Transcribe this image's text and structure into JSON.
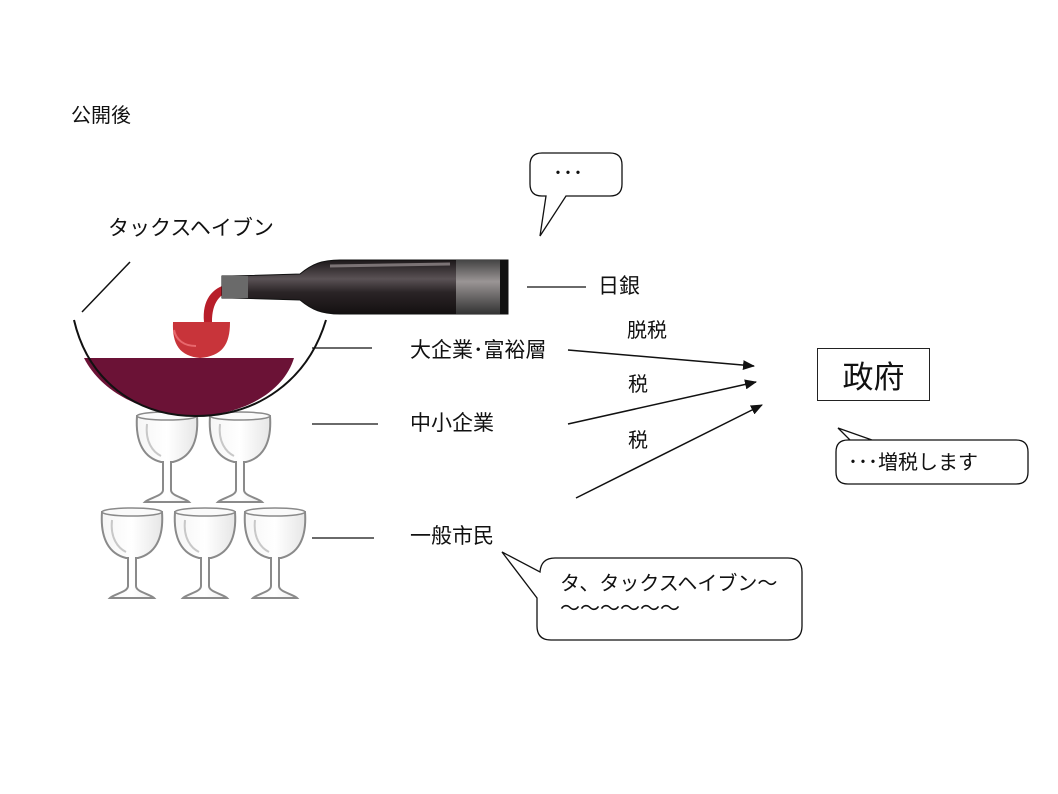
{
  "title": "公開後",
  "labels": {
    "tax_haven": "タックスヘイブン",
    "boj": "日銀",
    "big_corp": "大企業･富裕層",
    "sme": "中小企業",
    "citizens": "一般市民",
    "government": "政府"
  },
  "arrows": {
    "tax_exempt": "脱税",
    "tax_sme": "税",
    "tax_citizens": "税"
  },
  "bubbles": {
    "boj_speech": "･･･",
    "government_speech": "･･･増税します",
    "citizens_speech_line1": "タ、タックスヘイブン～",
    "citizens_speech_line2": "～～～～～～"
  },
  "colors": {
    "wine": "#6b1236",
    "bottle": "#2a2426",
    "glass_outline": "#8a8a8a"
  }
}
